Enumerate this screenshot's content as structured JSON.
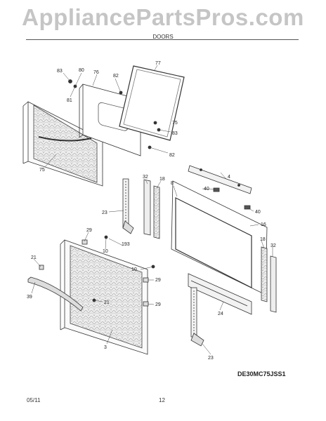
{
  "watermark": "AppliancePartsPros.com",
  "section_title": "DOORS",
  "model_number": "DE30MC75JSS1",
  "footer": {
    "date": "05/11",
    "page": "12"
  },
  "callouts": [
    "83",
    "80",
    "76",
    "82",
    "77",
    "81",
    "75",
    "83",
    "82",
    "75",
    "4",
    "32",
    "18",
    "8",
    "40",
    "40",
    "23",
    "16",
    "29",
    "193",
    "10",
    "18",
    "32",
    "21",
    "10",
    "29",
    "39",
    "21",
    "29",
    "24",
    "3",
    "23"
  ]
}
